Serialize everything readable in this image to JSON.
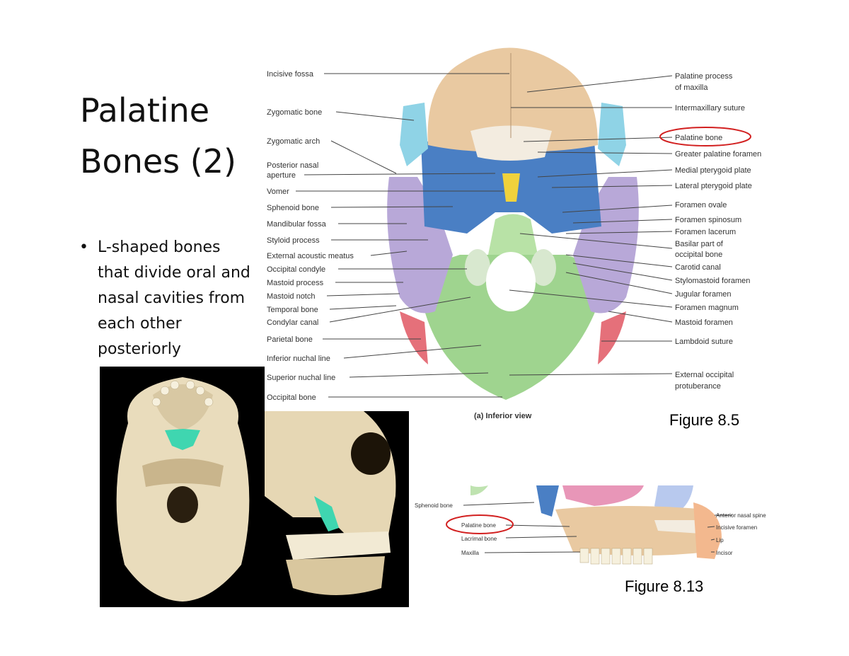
{
  "slide": {
    "title_line1": "Palatine",
    "title_line2": "Bones (2)",
    "bullet": "L-shaped bones that divide oral and nasal cavities from each other posteriorly"
  },
  "figure_8_5": {
    "caption": "Figure 8.5",
    "view_label": "(a) Inferior view",
    "left_labels": [
      "Incisive fossa",
      "Zygomatic bone",
      "Zygomatic arch",
      "Posterior nasal",
      "aperture",
      "Vomer",
      "Sphenoid bone",
      "Mandibular fossa",
      "Styloid process",
      "External acoustic meatus",
      "Occipital condyle",
      "Mastoid process",
      "Mastoid notch",
      "Temporal bone",
      "Condylar canal",
      "Parietal bone",
      "Inferior nuchal line",
      "Superior nuchal line",
      "Occipital bone"
    ],
    "right_labels": [
      "Palatine process",
      "of maxilla",
      "Intermaxillary suture",
      "Palatine bone",
      "Greater palatine foramen",
      "Medial pterygoid plate",
      "Lateral pterygoid plate",
      "Foramen ovale",
      "Foramen spinosum",
      "Foramen lacerum",
      "Basilar part of",
      "occipital bone",
      "Carotid canal",
      "Stylomastoid foramen",
      "Jugular foramen",
      "Foramen magnum",
      "Mastoid foramen",
      "Lambdoid suture",
      "External occipital",
      "protuberance"
    ]
  },
  "figure_8_13": {
    "caption": "Figure 8.13",
    "left_labels": [
      "Sphenoid bone",
      "Palatine bone",
      "Lacrimal bone",
      "Maxilla"
    ],
    "right_labels": [
      "Anterior nasal spine",
      "Incisive foramen",
      "Lip",
      "Incisor"
    ]
  },
  "colors": {
    "maxilla": "#e9c9a1",
    "sphenoid": "#4a7fc4",
    "occipital": "#9fd48f",
    "temporal": "#b8a8d8",
    "zygomatic": "#8fd3e6",
    "parietal": "#e5707a",
    "vomer": "#f0d23c",
    "palatine": "#eadfce",
    "highlight_circle": "#d22020",
    "palatine_teal": "#3fd6b0"
  }
}
